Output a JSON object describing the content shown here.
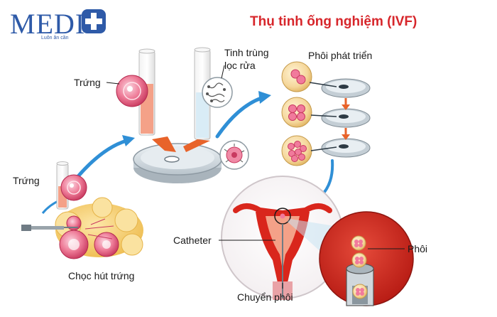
{
  "logo": {
    "brand": "MEDI",
    "tagline": "Luôn ân cần"
  },
  "title": "Thụ tinh ống nghiệm (IVF)",
  "labels": {
    "egg_top": "Trứng",
    "sperm_line1": "Tinh trùng",
    "sperm_line2": "lọc rửa",
    "embryo_dev": "Phôi phát triển",
    "egg_left": "Trứng",
    "retrieval": "Chọc hút trứng",
    "catheter": "Catheter",
    "transfer": "Chuyển phôi",
    "embryo": "Phôi"
  },
  "colors": {
    "title": "#d7262b",
    "brand": "#2e5aa8",
    "arrow_blue": "#2f8fd6",
    "arrow_orange": "#e8632a",
    "egg_pink": "#e8577a",
    "ovary_yellow": "#f6d07a",
    "uterus_red": "#d9261c"
  }
}
